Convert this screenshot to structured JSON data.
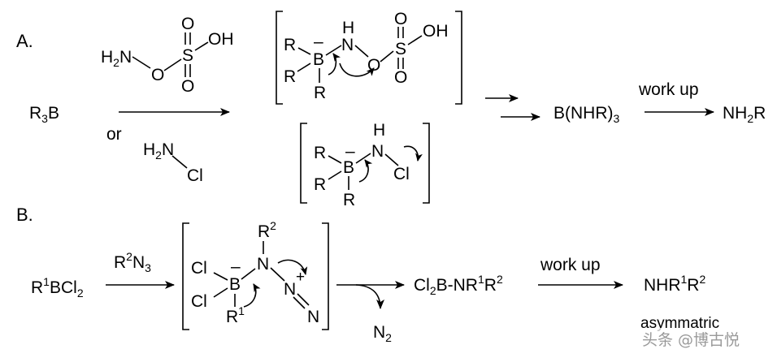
{
  "section_a": {
    "label": "A.",
    "reactant": "R3B",
    "reagent1": {
      "h2n": "H2N",
      "o": "O",
      "s": "S",
      "o_top": "O",
      "o_bottom": "O",
      "oh": "OH"
    },
    "or_text": "or",
    "reagent2": {
      "h2n": "H2N",
      "cl": "Cl"
    },
    "intermediate1": {
      "charge": "–",
      "b": "B",
      "r1": "R",
      "r2": "R",
      "r3": "R",
      "h": "H",
      "n": "N",
      "o": "O",
      "s": "S",
      "o_top": "O",
      "o_bottom": "O",
      "oh": "OH"
    },
    "intermediate2": {
      "charge": "–",
      "b": "B",
      "r1": "R",
      "r2": "R",
      "r3": "R",
      "h": "H",
      "n": "N",
      "cl": "Cl"
    },
    "product1": "B(NHR)3",
    "workup": "work up",
    "product2": "NH2R"
  },
  "section_b": {
    "label": "B.",
    "reactant": "R1BCl2",
    "reagent": "R2N3",
    "intermediate": {
      "charge": "–",
      "b": "B",
      "cl1": "Cl",
      "cl2": "Cl",
      "r1": "R1",
      "r2": "R2",
      "n1": "N",
      "n2": "N",
      "n3": "N",
      "plus": "+"
    },
    "byproduct": "N2",
    "product1": "Cl2B-NR1R2",
    "workup": "work up",
    "product2": "NHR1R2",
    "note": "asymmatric"
  },
  "watermark": "头条 @博古悦"
}
